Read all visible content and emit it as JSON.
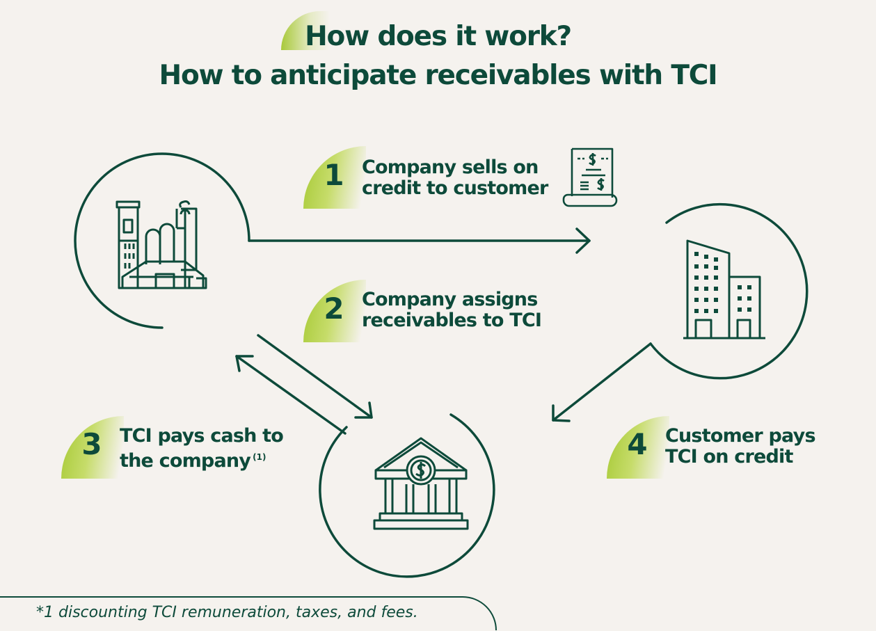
{
  "title": {
    "line1": "How does it work?",
    "line2": "How to anticipate receivables with TCI"
  },
  "steps": [
    {
      "number": "1",
      "line1": "Company sells on",
      "line2": "credit to customer"
    },
    {
      "number": "2",
      "line1": "Company assigns",
      "line2": "receivables to TCI"
    },
    {
      "number": "3",
      "line1": "TCI pays cash to",
      "line2": "the company",
      "note": "(1)"
    },
    {
      "number": "4",
      "line1": "Customer pays",
      "line2": "TCI on credit"
    }
  ],
  "icons": {
    "company": "factory-icon",
    "customer": "office-building-icon",
    "tci": "bank-icon",
    "invoice": "invoice-receipt-icon"
  },
  "footnote": "*1 discounting TCI remuneration, taxes, and fees.",
  "colors": {
    "primary": "#0d4a3a",
    "accent": "#a6c934",
    "background": "#f5f2ee"
  }
}
